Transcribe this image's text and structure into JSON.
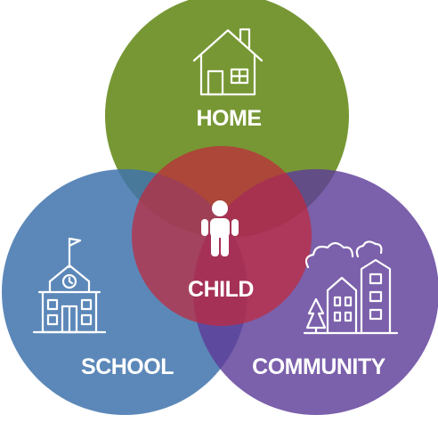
{
  "diagram": {
    "type": "venn",
    "circles": [
      {
        "id": "home",
        "label": "HOME",
        "color": "#6b8e23",
        "icon": "house-icon"
      },
      {
        "id": "school",
        "label": "SCHOOL",
        "color": "#3f73ad",
        "icon": "school-building-icon"
      },
      {
        "id": "community",
        "label": "COMMUNITY",
        "color": "#5e3d99",
        "icon": "town-buildings-icon"
      },
      {
        "id": "child",
        "label": "CHILD",
        "color": "#c0283b",
        "icon": "child-figure-icon"
      }
    ]
  }
}
